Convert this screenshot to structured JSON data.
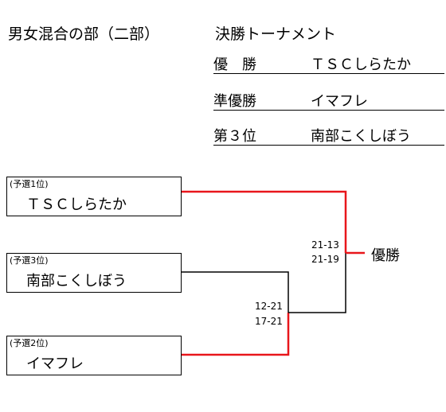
{
  "header": {
    "division_title": "男女混合の部（二部）",
    "tournament_title": "決勝トーナメント"
  },
  "results": [
    {
      "label": "優　勝",
      "team": "ＴＳＣしらたか"
    },
    {
      "label": "準優勝",
      "team": "イマフレ"
    },
    {
      "label": "第３位",
      "team": "南部こくしぼう"
    }
  ],
  "teams": [
    {
      "seed": "(予選1位)",
      "name": "ＴＳＣしらたか"
    },
    {
      "seed": "(予選3位)",
      "name": "南部こくしぼう"
    },
    {
      "seed": "(予選2位)",
      "name": "イマフレ"
    }
  ],
  "matches": {
    "semifinal": {
      "score_1": "12-21",
      "score_2": "17-21"
    },
    "final": {
      "score_1": "21-13",
      "score_2": "21-19"
    }
  },
  "champion_label": "優勝",
  "colors": {
    "winner_line": "#e8161b",
    "loser_line": "#000000"
  }
}
